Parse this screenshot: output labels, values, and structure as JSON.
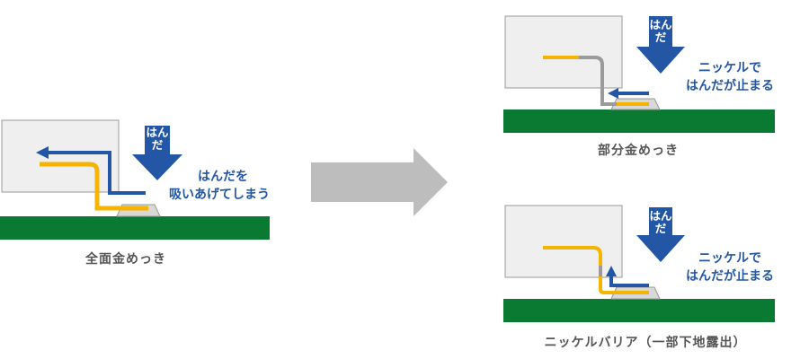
{
  "colors": {
    "board": "#0a7a33",
    "component_fill": "#efefef",
    "component_stroke": "#999999",
    "pad": "#d8d8d8",
    "gold": "#f4b400",
    "nickel": "#9b9b9b",
    "solder": "#2456a6",
    "arrow_gray": "#bdbdbd",
    "caption": "#555555"
  },
  "panels": {
    "full_plating": {
      "solder_label": "はんだ",
      "note_lines": [
        "はんだを",
        "吸いあげてしまう"
      ],
      "caption": "全面金めっき"
    },
    "partial_plating": {
      "solder_label": "はんだ",
      "note_lines": [
        "ニッケルで",
        "はんだが止まる"
      ],
      "caption": "部分金めっき"
    },
    "nickel_barrier": {
      "solder_label": "はんだ",
      "note_lines": [
        "ニッケルで",
        "はんだが止まる"
      ],
      "caption": "ニッケルバリア（一部下地露出）"
    }
  }
}
